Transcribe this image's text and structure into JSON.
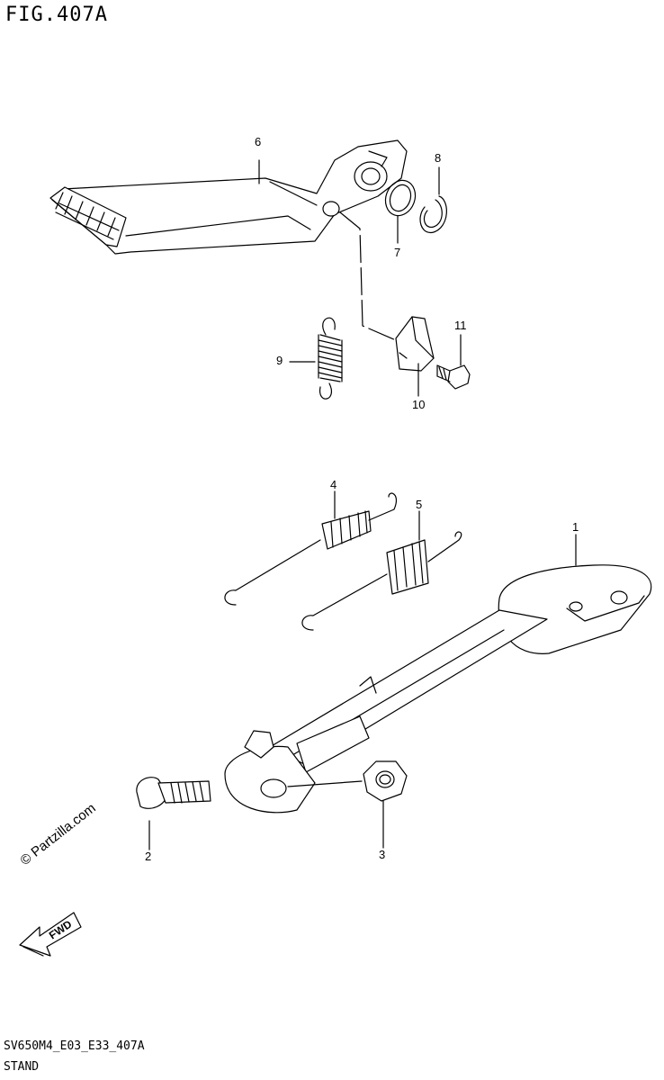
{
  "figure": {
    "title": "FIG.407A"
  },
  "callouts": [
    "1",
    "2",
    "3",
    "4",
    "5",
    "6",
    "7",
    "8",
    "9",
    "10",
    "11"
  ],
  "footer": {
    "code": "SV650M4_E03_E33_407A",
    "name": "STAND"
  },
  "watermark": "© Partzilla.com",
  "fwd_label": "FWD",
  "parts": [
    "side-stand",
    "stand-bolt",
    "stand-nut",
    "spring-4",
    "spring-5",
    "gear-shift-lever",
    "washer",
    "circlip",
    "spring-9",
    "bracket",
    "screw"
  ]
}
